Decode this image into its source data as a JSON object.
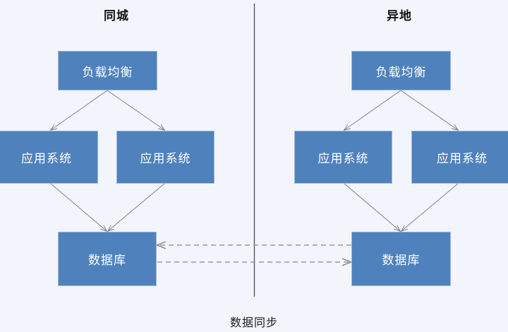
{
  "diagram": {
    "background_color": "#f2f6fc",
    "node_fill_color": "#4f81bd",
    "node_border_color": "#9fb8d8",
    "node_text_color": "#ffffff",
    "edge_color": "#808080",
    "divider_color": "#4d4d4d",
    "caption": "数据同步"
  },
  "zones": [
    {
      "key": "local",
      "title": "同城"
    },
    {
      "key": "remote",
      "title": "异地"
    }
  ],
  "nodes": {
    "local_lb": {
      "label": "负载均衡"
    },
    "local_app_left": {
      "label": "应用系统"
    },
    "local_app_right": {
      "label": "应用系统"
    },
    "local_db": {
      "label": "数据库"
    },
    "remote_lb": {
      "label": "负载均衡"
    },
    "remote_app_left": {
      "label": "应用系统"
    },
    "remote_app_right": {
      "label": "应用系统"
    },
    "remote_db": {
      "label": "数据库"
    }
  }
}
